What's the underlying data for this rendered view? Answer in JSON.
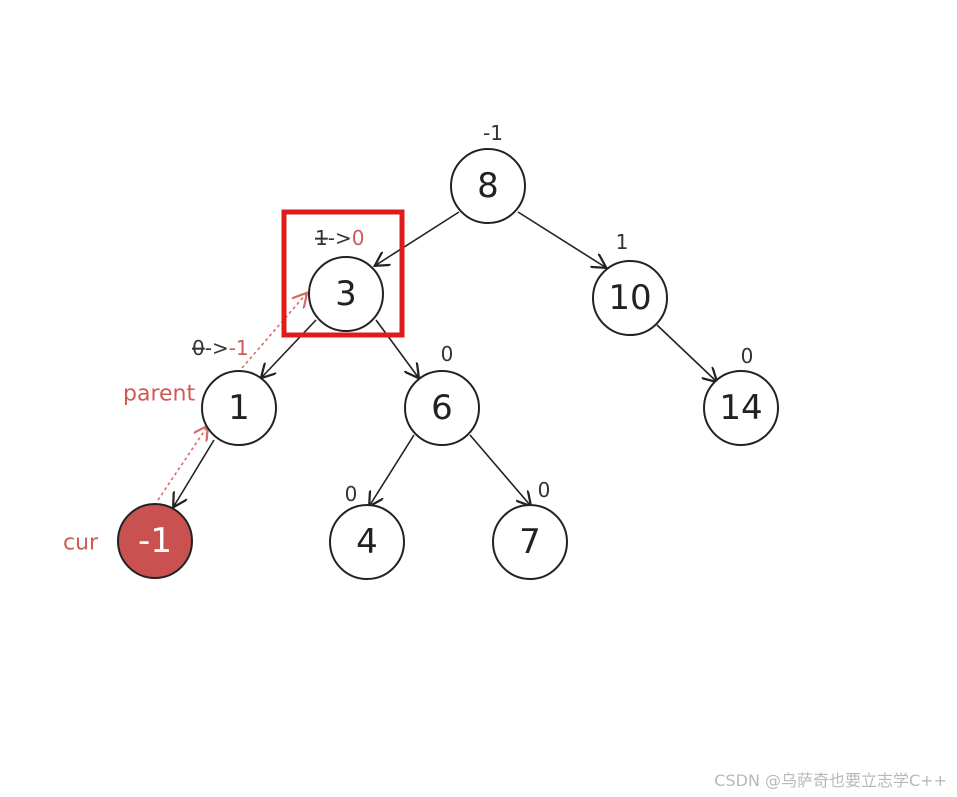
{
  "nodes": [
    {
      "id": "n8",
      "label": "8",
      "bf": "-1"
    },
    {
      "id": "n3",
      "label": "3",
      "bf_old": "1",
      "bf_arrow": "->",
      "bf_new": "0"
    },
    {
      "id": "n10",
      "label": "10",
      "bf": "1"
    },
    {
      "id": "n1",
      "label": "1",
      "bf_old": "0",
      "bf_arrow": "->",
      "bf_new": "-1"
    },
    {
      "id": "n6",
      "label": "6",
      "bf": "0"
    },
    {
      "id": "n14",
      "label": "14",
      "bf": "0"
    },
    {
      "id": "nm1",
      "label": "-1"
    },
    {
      "id": "n4",
      "label": "4",
      "bf": "0"
    },
    {
      "id": "n7",
      "label": "7",
      "bf": "0"
    }
  ],
  "labels": {
    "parent": "parent",
    "cur": "cur"
  },
  "colors": {
    "highlight_box": "#e01b1b",
    "accent": "#d05a55",
    "cur_node_fill": "#c9514f"
  },
  "watermark": "CSDN @乌萨奇也要立志学C++"
}
